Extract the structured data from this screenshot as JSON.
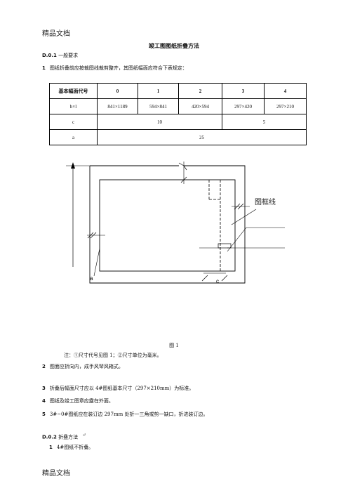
{
  "header_text": "精品文档",
  "footer_text": "精品文档",
  "title": "竣工图图纸折叠方法",
  "section1": {
    "number": "D.0.1",
    "label": "一般要求"
  },
  "intro": {
    "number": "1",
    "text": "图纸折叠前应按裁图线裁剪整齐，其图纸幅面应符合下表规定："
  },
  "table": {
    "header": [
      "基本幅面代号",
      "0",
      "1",
      "2",
      "3",
      "4"
    ],
    "rows": {
      "bxl": [
        "b×l",
        "841×1189",
        "594×841",
        "420×594",
        "297×420",
        "297×210"
      ],
      "c": {
        "label": "c",
        "v1": "10",
        "v2": "5"
      },
      "a": {
        "label": "a",
        "v": "25"
      }
    }
  },
  "figure": {
    "frame_label": "图框线",
    "label_a": "a",
    "label_c": "c",
    "caption": "图 1",
    "note": "注：①尺寸代号见图 1；②尺寸单位为毫米。"
  },
  "items": [
    {
      "number": "2",
      "text": "图面应折向内，成手风琴风箱式。"
    },
    {
      "number": "3",
      "text": "折叠后幅面尺寸应以 4#图纸基本尺寸（297×210mm）为标准。"
    },
    {
      "number": "4",
      "text": "图纸及竣工图章应露在外面。"
    },
    {
      "number": "5",
      "text": "3#~0#图纸应在装订边 297mm 处折一三角或剪一缺口，折进装订边。"
    }
  ],
  "section2": {
    "number": "D.0.2",
    "label": "折叠方法",
    "mark": "↵"
  },
  "items2": [
    {
      "number": "1",
      "text": "4#图纸不折叠。"
    }
  ]
}
